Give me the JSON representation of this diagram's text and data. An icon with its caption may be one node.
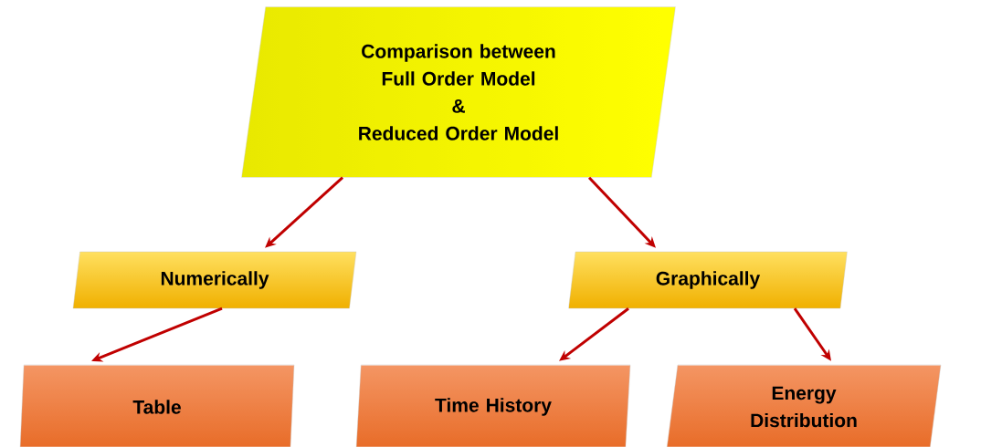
{
  "diagram": {
    "nodes": [
      {
        "text": [
          "Comparison between Full Order Model",
          "&",
          "Reduced Order Model"
        ]
      },
      {
        "text": [
          "Numerically"
        ]
      },
      {
        "text": [
          "Graphically"
        ]
      },
      {
        "text": [
          "Table"
        ]
      },
      {
        "text": [
          "Time History"
        ]
      },
      {
        "text": [
          "Energy Distribution"
        ]
      }
    ],
    "edges": [
      {
        "from": 0,
        "to": 1,
        "arrow": "to"
      },
      {
        "from": 0,
        "to": 2,
        "arrow": "to"
      },
      {
        "from": 1,
        "to": 3,
        "arrow": "to"
      },
      {
        "from": 2,
        "to": 4,
        "arrow": "to"
      },
      {
        "from": 2,
        "to": 5,
        "arrow": "to"
      }
    ]
  }
}
